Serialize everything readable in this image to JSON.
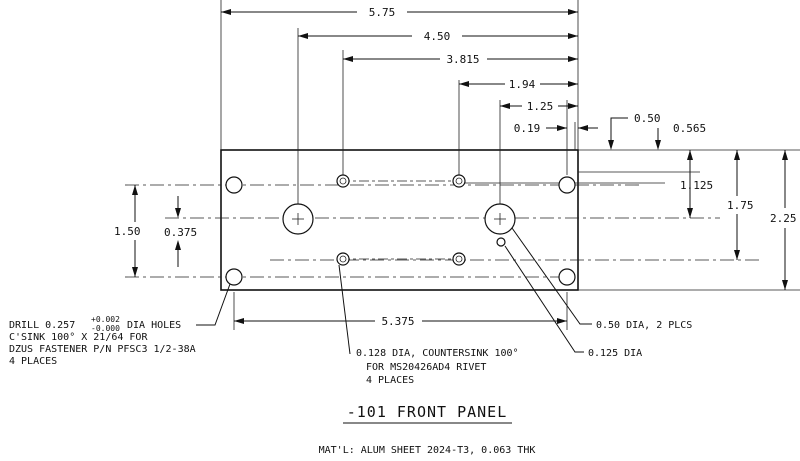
{
  "panel": {
    "title": "-101 FRONT PANEL",
    "material": "MAT'L: ALUM SHEET 2024-T3, 0.063 THK"
  },
  "dimensions": {
    "overall_width": "5.75",
    "big_hole_spacing": "4.50",
    "rivet_left_offset": "3.815",
    "rivet_right_offset": "1.94",
    "big_hole_right_offset": "1.25",
    "small_hole_offset": "0.19",
    "right_edge_to_fastener": "0.50",
    "edge_to_rivet_row": "0.565",
    "rivet_row_spacing": "1.125",
    "center_to_small_hole_row": "1.75",
    "overall_height": "2.25",
    "fastener_vertical_spacing": "1.50",
    "center_to_fastener_offset": "0.375",
    "fastener_horizontal_spacing": "5.375"
  },
  "callouts": {
    "drill": {
      "line1_prefix": "DRILL 0.257",
      "tol_plus": "+0.002",
      "tol_minus": "-0.000",
      "line1_suffix": "DIA HOLES",
      "line2": "C'SINK 100° X 21/64 FOR",
      "line3": "DZUS FASTENER P/N PFSC3 1/2-38A",
      "line4": "4 PLACES"
    },
    "rivet": {
      "line1": "0.128 DIA, COUNTERSINK 100°",
      "line2": "FOR MS20426AD4 RIVET",
      "line3": "4 PLACES"
    },
    "big_hole": "0.50 DIA, 2 PLCS",
    "small_hole": "0.125 DIA"
  }
}
